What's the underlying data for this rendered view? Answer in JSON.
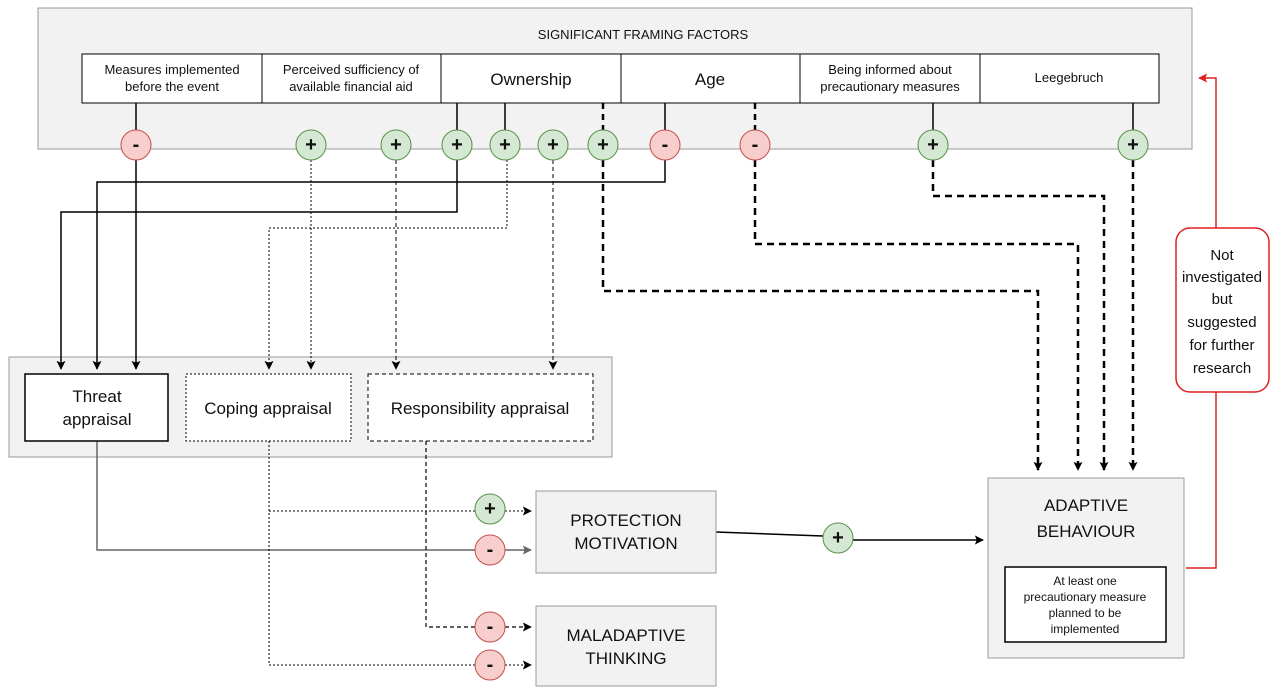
{
  "framing": {
    "title": "SIGNIFICANT FRAMING FACTORS",
    "factors": [
      {
        "lines": [
          "Measures implemented",
          "before the event"
        ]
      },
      {
        "lines": [
          "Perceived sufficiency of",
          "available financial aid"
        ]
      },
      {
        "lines": [
          "Ownership"
        ]
      },
      {
        "lines": [
          "Age"
        ]
      },
      {
        "lines": [
          "Being informed about",
          "precautionary measures"
        ]
      },
      {
        "lines": [
          "Leegebruch"
        ]
      }
    ]
  },
  "signs": {
    "plus": "+",
    "minus": "-"
  },
  "appraisals": {
    "threat": [
      "Threat",
      "appraisal"
    ],
    "coping": "Coping appraisal",
    "responsibility": "Responsibility appraisal"
  },
  "outcomes": {
    "protection": [
      "PROTECTION",
      "MOTIVATION"
    ],
    "maladaptive": [
      "MALADAPTIVE",
      "THINKING"
    ],
    "adaptive": [
      "ADAPTIVE",
      "BEHAVIOUR"
    ],
    "adaptive_detail": [
      "At least one",
      "precautionary measure",
      "planned to be",
      "implemented"
    ]
  },
  "note": [
    "Not",
    "investigated",
    "but",
    "suggested",
    "for further",
    "research"
  ],
  "colors": {
    "plus_fill": "#d5e8d4",
    "plus_stroke": "#5a8f4a",
    "minus_fill": "#f8cecc",
    "minus_stroke": "#c0504d",
    "panel_fill": "#f2f2f2",
    "note_red": "#e02020"
  }
}
